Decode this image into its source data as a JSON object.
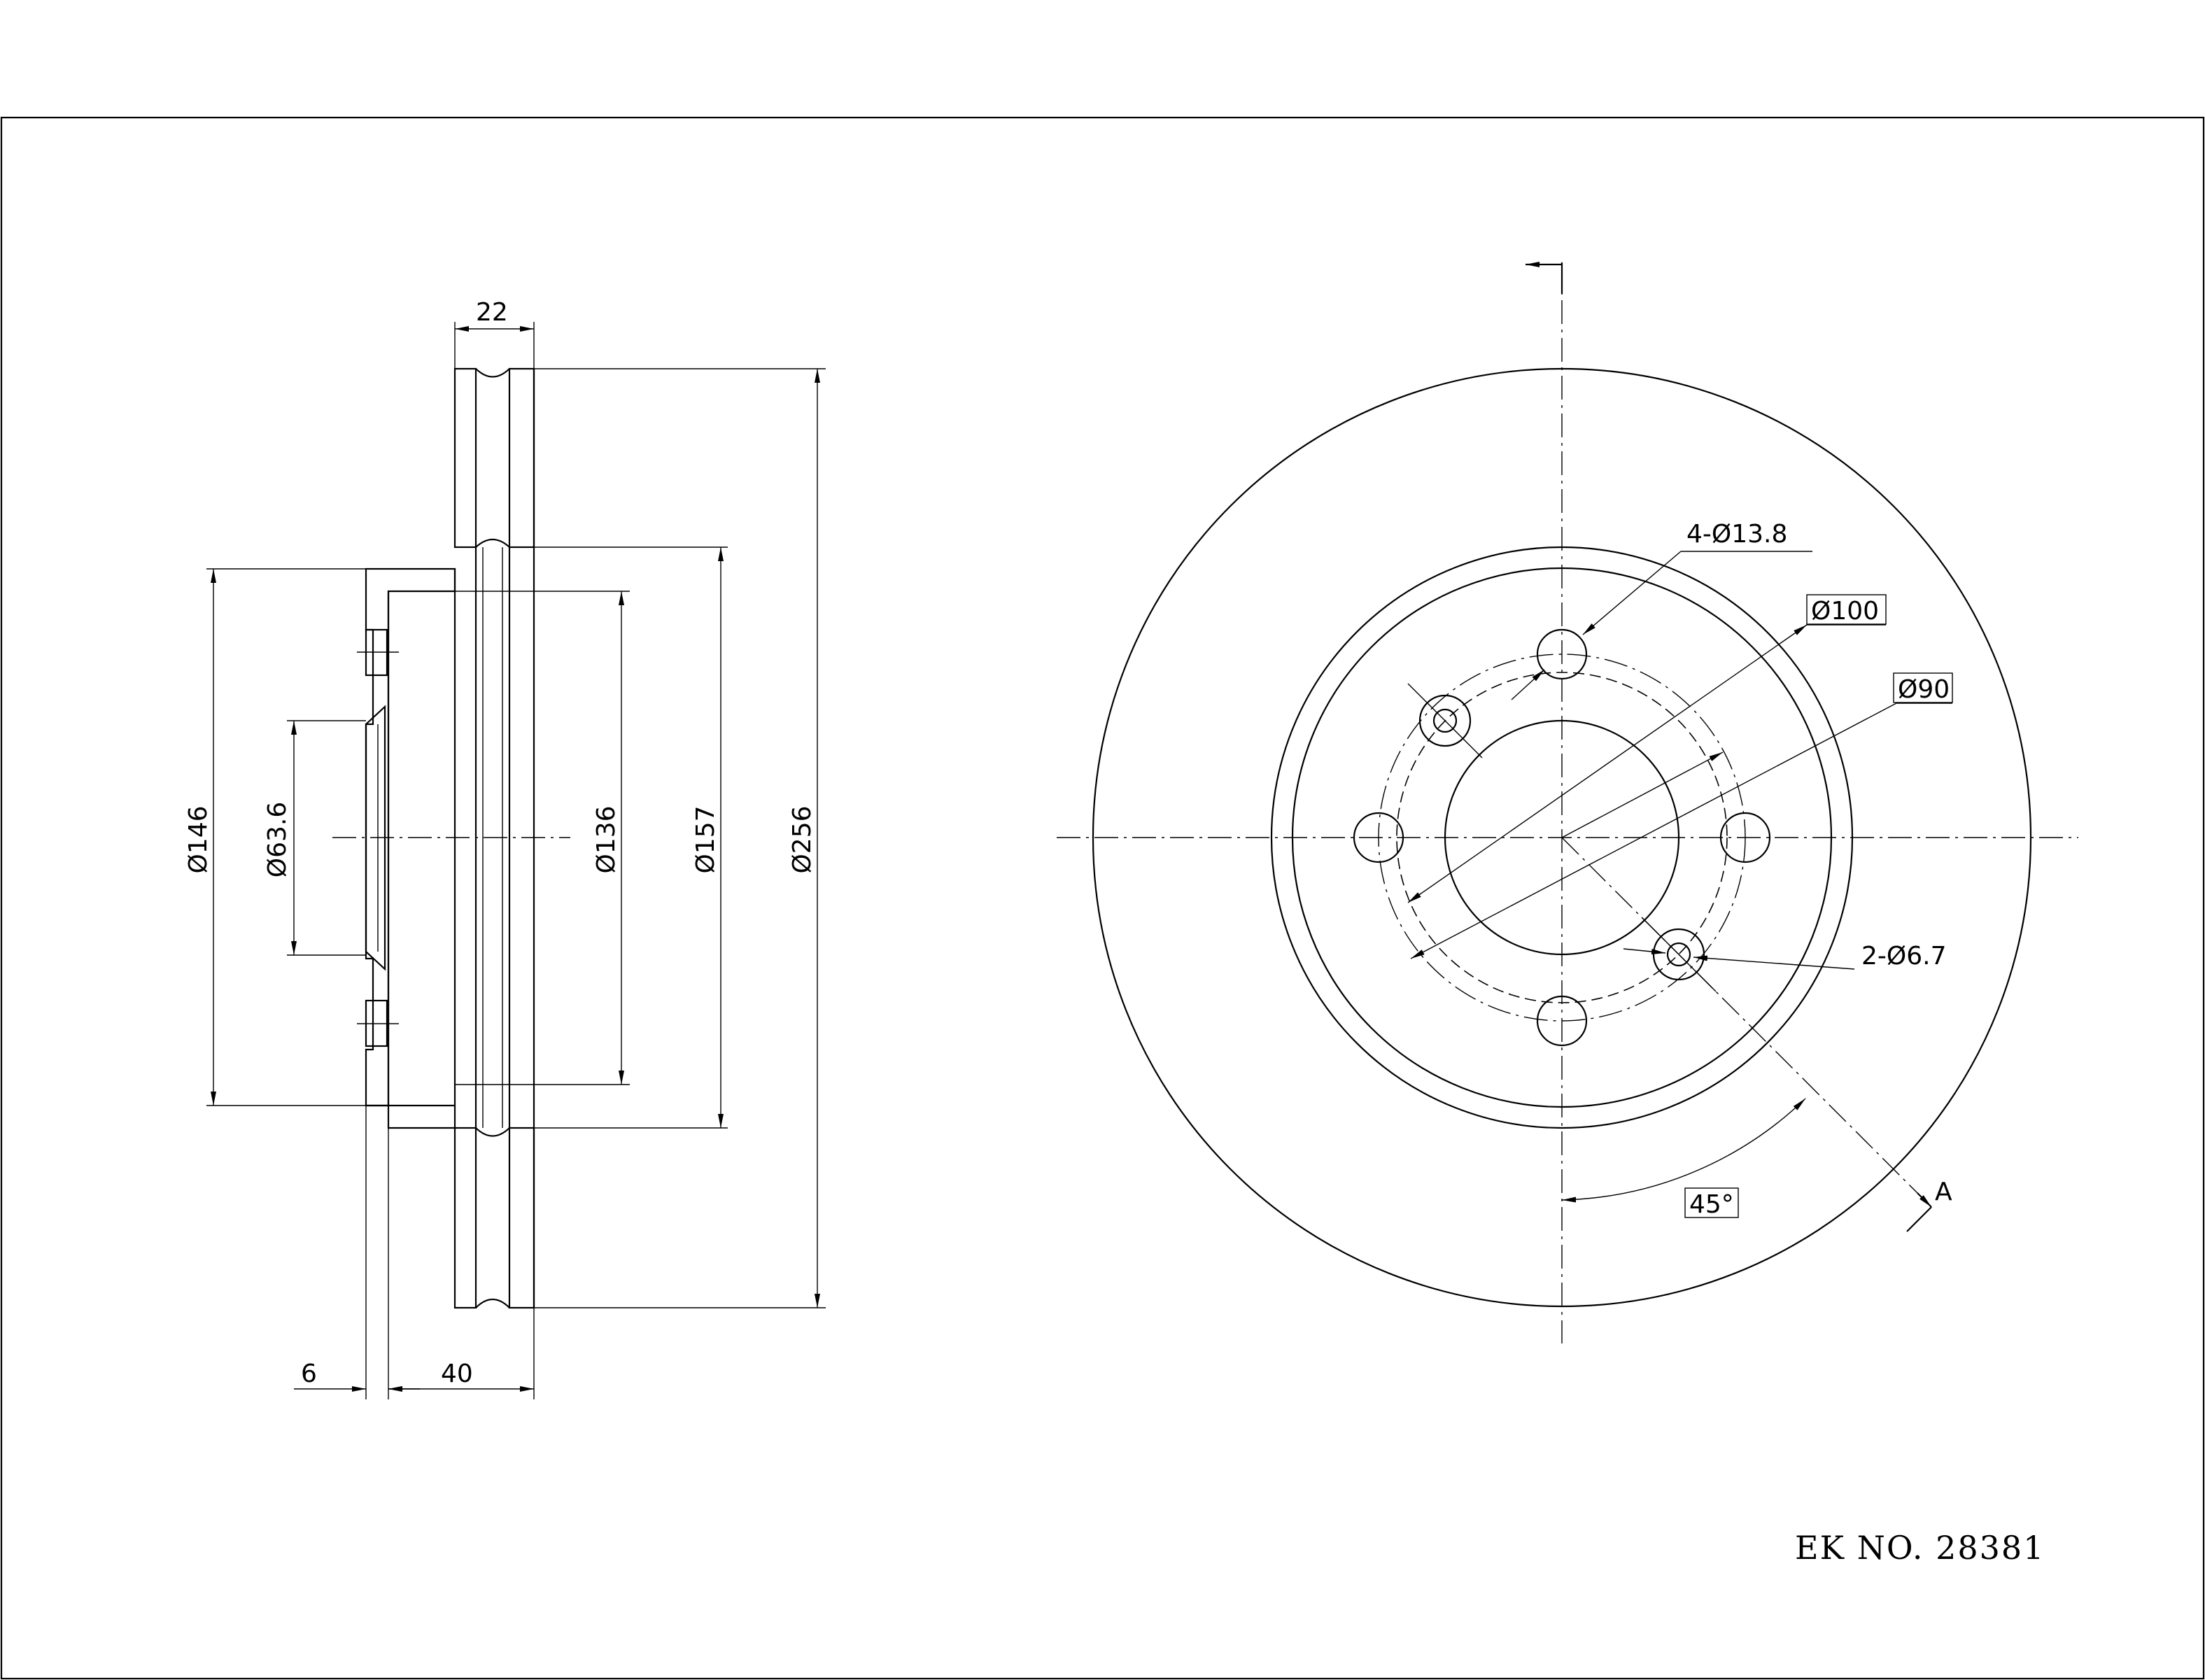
{
  "title_block": {
    "part_number_label": "EK NO. 28381"
  },
  "side_view": {
    "dims": {
      "thickness": "22",
      "offset": "6",
      "height": "40",
      "hub_diameter": "Ø146",
      "center_bore": "Ø63.6",
      "inner_hat": "Ø136",
      "inner_friction": "Ø157",
      "outer_diameter": "Ø256"
    }
  },
  "front_view": {
    "dims": {
      "bolt_holes": "4-Ø13.8",
      "bolt_circle": "Ø100",
      "inner_circle": "Ø90",
      "pin_holes": "2-Ø6.7",
      "angle": "45°",
      "section_label": "A"
    }
  }
}
